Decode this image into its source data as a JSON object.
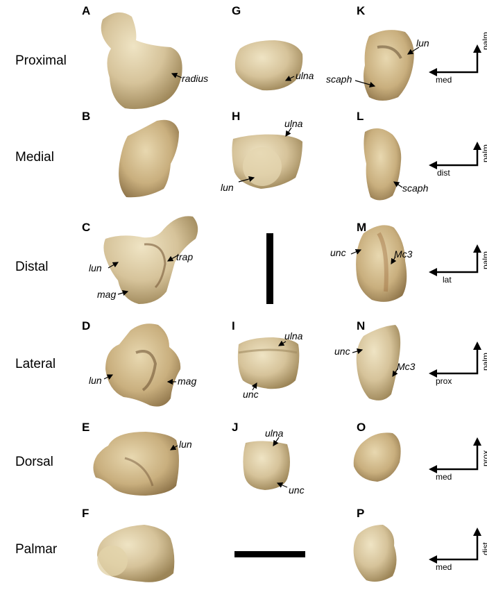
{
  "rows": [
    "Proximal",
    "Medial",
    "Distal",
    "Lateral",
    "Dorsal",
    "Palmar"
  ],
  "panels": [
    "A",
    "B",
    "C",
    "D",
    "E",
    "F",
    "G",
    "H",
    "I",
    "J",
    "K",
    "L",
    "M",
    "N",
    "O",
    "P"
  ],
  "annotations": {
    "a_radius": "radius",
    "g_ulna": "ulna",
    "k_lun": "lun",
    "k_scaph": "scaph",
    "h_ulna": "ulna",
    "h_lun": "lun",
    "l_scaph": "scaph",
    "c_lun": "lun",
    "c_trap": "trap",
    "c_mag": "mag",
    "m_unc": "unc",
    "m_mc3": "Mc3",
    "d_lun": "lun",
    "d_mag": "mag",
    "i_ulna": "ulna",
    "i_unc": "unc",
    "n_unc": "unc",
    "n_mc3": "Mc3",
    "e_lun": "lun",
    "j_ulna": "ulna",
    "j_unc": "unc"
  },
  "orientation": [
    {
      "horizontal": "med",
      "vertical": "palm"
    },
    {
      "horizontal": "dist",
      "vertical": "palm"
    },
    {
      "horizontal": "lat",
      "vertical": "palm"
    },
    {
      "horizontal": "prox",
      "vertical": "palm"
    },
    {
      "horizontal": "med",
      "vertical": "prox"
    },
    {
      "horizontal": "med",
      "vertical": "dist"
    }
  ],
  "colors": {
    "bone_light": "#e6d9b4",
    "bone_mid": "#cdb98c",
    "bone_dark": "#8a7448"
  }
}
